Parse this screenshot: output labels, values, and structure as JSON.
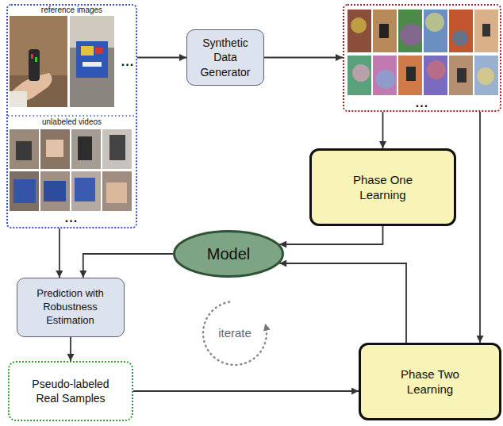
{
  "diagram": {
    "nodes": [
      {
        "text": [
          "reference images",
          "...",
          "unlabeled videos",
          "..."
        ]
      },
      {
        "text": [
          "Synthetic Data Generator"
        ]
      },
      {
        "text": [
          "..."
        ]
      },
      {
        "text": [
          "Phase One Learning"
        ]
      },
      {
        "text": [
          "Model"
        ]
      },
      {
        "text": [
          "Prediction with Robustness Estimation"
        ]
      },
      {
        "text": [
          "Pseudo-labeled Real Samples"
        ]
      },
      {
        "text": [
          "Phase Two Learning"
        ]
      }
    ],
    "edges": [
      {
        "from": 0,
        "to": 1,
        "arrow": "to"
      },
      {
        "from": 1,
        "to": 2,
        "arrow": "to"
      },
      {
        "from": 2,
        "to": 3,
        "arrow": "to"
      },
      {
        "from": 2,
        "to": 7,
        "arrow": "to"
      },
      {
        "from": 3,
        "to": 4,
        "arrow": "to"
      },
      {
        "from": 0,
        "to": 5,
        "arrow": "to"
      },
      {
        "from": 4,
        "to": 5,
        "arrow": "to"
      },
      {
        "from": 5,
        "to": 6,
        "arrow": "to"
      },
      {
        "from": 6,
        "to": 7,
        "arrow": "to"
      },
      {
        "from": 7,
        "to": 4,
        "arrow": "to"
      }
    ],
    "labels": [
      "iterate"
    ]
  }
}
